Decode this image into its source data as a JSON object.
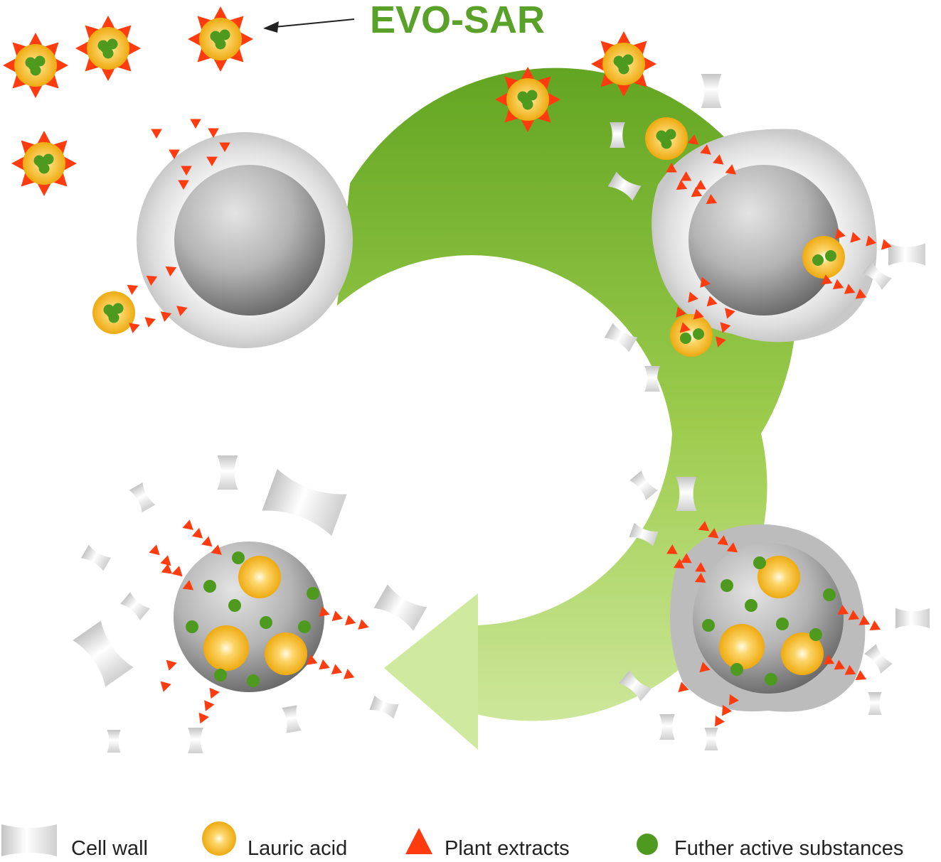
{
  "title": "EVO-SAR",
  "colors": {
    "green_arrow": "#76b52e",
    "green_dot": "#4e9a1f",
    "plant_extract": "#ff3b10",
    "lauric_acid": "#f2b51c",
    "cell_gray": "#a8a8a8",
    "title_green": "#5aa12a"
  },
  "legend": [
    {
      "key": "cell_wall",
      "label": "Cell wall"
    },
    {
      "key": "lauric_acid",
      "label": "Lauric acid"
    },
    {
      "key": "plant_extracts",
      "label": "Plant extracts"
    },
    {
      "key": "active_substances",
      "label": "Futher active substances"
    }
  ]
}
